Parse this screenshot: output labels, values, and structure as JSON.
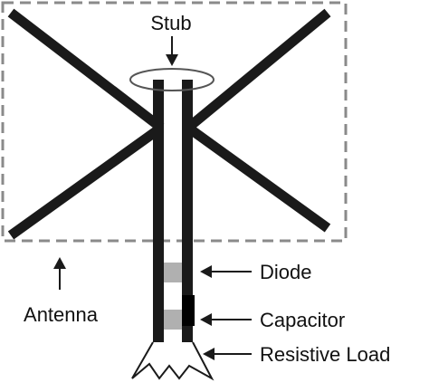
{
  "labels": {
    "stub": "Stub",
    "antenna": "Antenna",
    "diode": "Diode",
    "capacitor": "Capacitor",
    "resistive_load": "Resistive Load"
  },
  "colors": {
    "line": "#1a1a1a",
    "dashed_border": "#8a8a8a",
    "stub_ring": "#555555",
    "diode_fill": "#b0b0b0",
    "capacitor_fill": "#b0b0b0",
    "background": "#ffffff"
  }
}
